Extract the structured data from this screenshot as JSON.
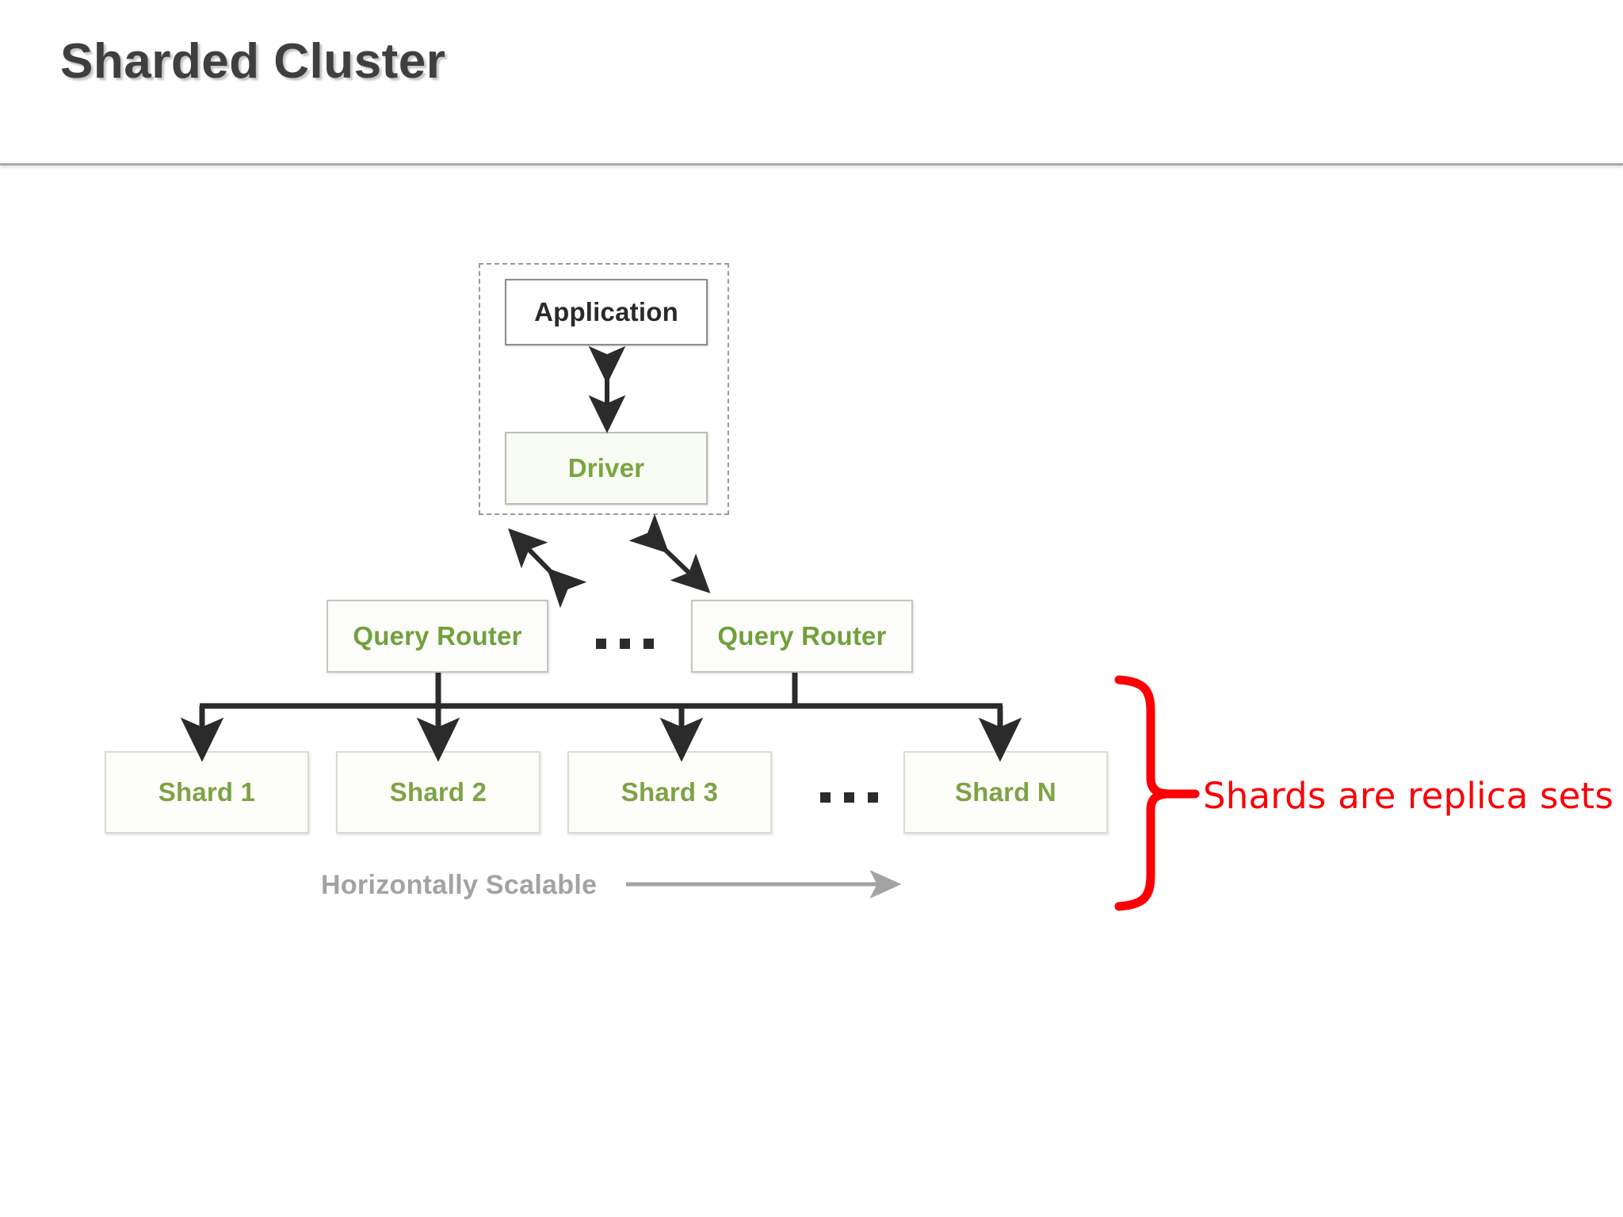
{
  "slide": {
    "title": "Sharded Cluster",
    "background_color": "#ffffff",
    "title_color": "#3f3f3f",
    "rule_color": "#a9a9a9"
  },
  "diagram": {
    "type": "architecture-diagram",
    "app_container": {
      "border_style": "dashed",
      "nodes": [
        {
          "id": "application",
          "label": "Application",
          "text_color": "#2a2a2a",
          "fill": "#ffffff",
          "border": "#8c8c8c"
        },
        {
          "id": "driver",
          "label": "Driver",
          "text_color": "#7aa53f",
          "fill": "#f7fbf4",
          "border": "#b9bfb2"
        }
      ]
    },
    "routers": [
      {
        "id": "router-1",
        "label": "Query Router"
      },
      {
        "id": "router-2",
        "label": "Query Router"
      }
    ],
    "router_ellipsis": "...",
    "shards": [
      {
        "id": "shard-1",
        "label": "Shard 1"
      },
      {
        "id": "shard-2",
        "label": "Shard 2"
      },
      {
        "id": "shard-3",
        "label": "Shard 3"
      },
      {
        "id": "shard-n",
        "label": "Shard N"
      }
    ],
    "shard_ellipsis": "...",
    "scalability_label": "Horizontally Scalable",
    "green_text_color": "#7aa53f",
    "connector_color": "#2b2b2b",
    "arrow_gray": "#a3a3a3"
  },
  "annotation": {
    "text": "Shards are replica sets",
    "color": "#fb0007",
    "brace": "right-curly-brace"
  }
}
